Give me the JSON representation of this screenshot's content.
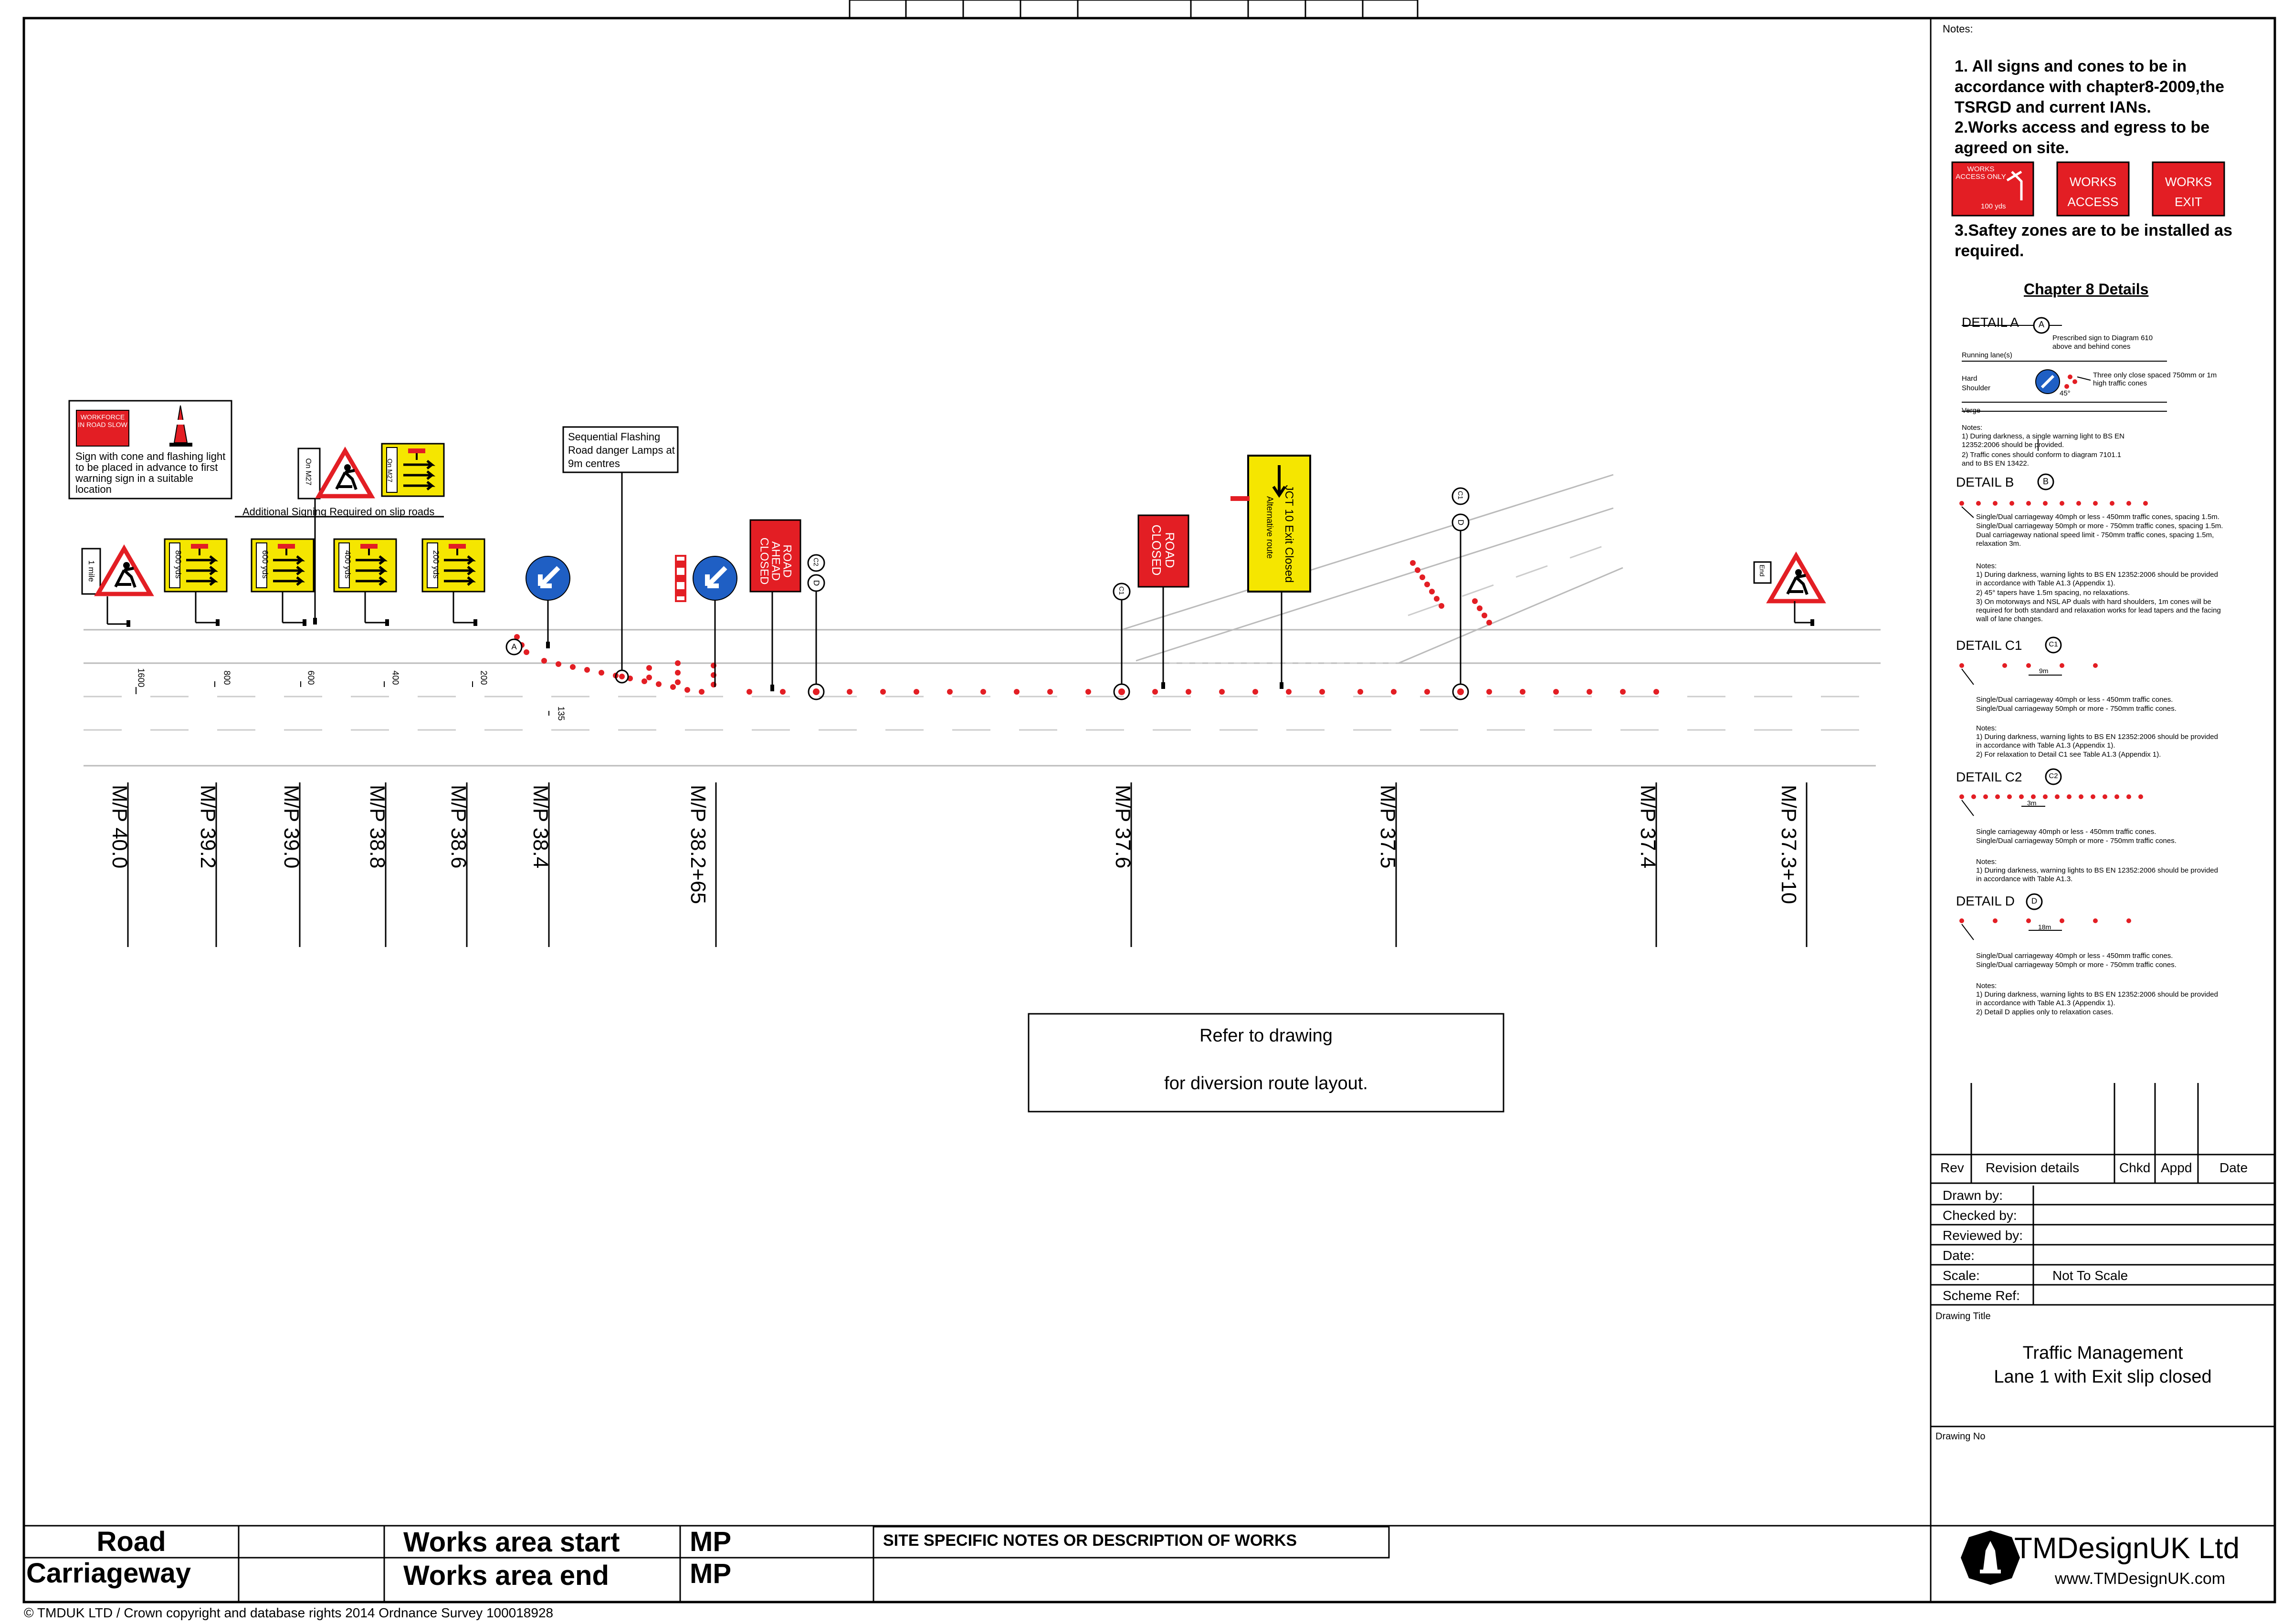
{
  "notes": {
    "heading": "Notes:",
    "line1": "1. All signs and cones to be in accordance with chapter8-2009,the TSRGD and current IANs.",
    "line2": "2.Works access and egress to be agreed on site.",
    "line3": "3.Saftey zones are to be installed as required."
  },
  "works_signs": {
    "access_only": "WORKS ACCESS ONLY",
    "distance": "100 yds",
    "access": "WORKS ACCESS",
    "exit": "WORKS EXIT"
  },
  "chapter8": {
    "title": "Chapter 8 Details",
    "detail_a": {
      "label": "DETAIL A",
      "marker": "A",
      "prescribed": "Prescribed sign to Diagram 610 above and behind cones",
      "running_lane": "Running lane(s)",
      "hard": "Hard",
      "shoulder": "Shoulder",
      "three_cones": "Three only close spaced 750mm or 1m high traffic cones",
      "angle": "45°",
      "verge": "Verge",
      "notes_head": "Notes:",
      "note1": "1) During darkness, a single warning light to BS EN 12352:2006 should be provided.",
      "note2": "2) Traffic cones should conform to diagram 7101.1 and to BS EN 13422."
    },
    "detail_b": {
      "label": "DETAIL B",
      "marker": "B",
      "l1": "Single/Dual carriageway 40mph or less - 450mm traffic cones, spacing 1.5m.",
      "l2": "Single/Dual carriageway 50mph or more - 750mm traffic cones, spacing 1.5m.",
      "l3": "Dual carriageway national speed limit - 750mm traffic cones, spacing 1.5m, relaxation 3m.",
      "notes_head": "Notes:",
      "n1": "1) During darkness, warning lights to BS EN 12352:2006 should be provided in accordance with Table A1.3 (Appendix 1).",
      "n2": "2) 45° tapers have 1.5m spacing, no relaxations.",
      "n3": "3) On motorways and NSL AP duals with hard shoulders, 1m cones will be required for both standard and relaxation works for lead tapers and the facing wall of lane changes."
    },
    "detail_c1": {
      "label": "DETAIL C1",
      "marker": "C1",
      "spacing": "9m",
      "l1": "Single/Dual carriageway 40mph or less - 450mm traffic cones.",
      "l2": "Single/Dual carriageway 50mph or more - 750mm traffic cones.",
      "notes_head": "Notes:",
      "n1": "1) During darkness, warning lights to BS EN 12352:2006 should be provided in accordance with Table A1.3 (Appendix 1).",
      "n2": "2) For relaxation to Detail C1 see Table A1.3 (Appendix 1)."
    },
    "detail_c2": {
      "label": "DETAIL C2",
      "marker": "C2",
      "spacing": "3m",
      "l1": "Single carriageway 40mph or less - 450mm traffic cones.",
      "l2": "Single/Dual carriageway 50mph or more - 750mm traffic cones.",
      "notes_head": "Notes:",
      "n1": "1) During darkness, warning lights to BS EN 12352:2006 should be provided in accordance with Table A1.3."
    },
    "detail_d": {
      "label": "DETAIL D",
      "marker": "D",
      "spacing": "18m",
      "l1": "Single/Dual carriageway 40mph or less - 450mm traffic cones.",
      "l2": "Single/Dual carriageway 50mph or more - 750mm traffic cones.",
      "notes_head": "Notes:",
      "n1": "1) During darkness, warning lights to BS EN 12352:2006 should be provided in accordance with Table A1.3 (Appendix 1).",
      "n2": "2) Detail D applies only to relaxation cases."
    }
  },
  "legend_box": {
    "sign_text": "WORKFORCE IN ROAD SLOW",
    "description": "Sign with cone and flashing light to be placed in advance to first warning sign in a suitable location"
  },
  "slip_signs": {
    "caption": "Additional Signing Required on slip roads",
    "on_m27": "On M27"
  },
  "lamps_label": "Sequential Flashing Road danger Lamps at 9m centres",
  "signs": {
    "one_mile": "1 mile",
    "yds_800": "800 yds",
    "yds_600": "600 yds",
    "yds_400": "400 yds",
    "yds_200": "200 yds",
    "road_ahead_closed": "ROAD AHEAD CLOSED",
    "road_closed": "ROAD CLOSED",
    "jct_exit": "JCT 10 Exit Closed",
    "alt_route": "Alternative route",
    "end": "End"
  },
  "dimensions": {
    "d1600": "1600",
    "d800": "800",
    "d600": "600",
    "d400": "400",
    "d200": "200",
    "d135": "135"
  },
  "markers": {
    "a": "A",
    "c1": "C1",
    "c2": "C2",
    "d": "D"
  },
  "milepost_labels": [
    "M/P 40.0",
    "M/P 39.2",
    "M/P 39.0",
    "M/P 38.8",
    "M/P 38.6",
    "M/P 38.4",
    "M/P 38.2+65",
    "M/P 37.6",
    "M/P 37.5",
    "M/P 37.4",
    "M/P 37.3+10"
  ],
  "refer_box": {
    "line1": "Refer to drawing",
    "line2": "for diversion route layout."
  },
  "revision": {
    "rev": "Rev",
    "details": "Revision details",
    "chkd": "Chkd",
    "appd": "Appd",
    "date": "Date"
  },
  "info": {
    "drawn_by": "Drawn by:",
    "checked_by": "Checked by:",
    "reviewed_by": "Reviewed by:",
    "date": "Date:",
    "scale": "Scale:",
    "scale_value": "Not To Scale",
    "scheme_ref": "Scheme Ref:"
  },
  "drawing_title": {
    "label": "Drawing Title",
    "line1": "Traffic Management",
    "line2": "Lane 1 with Exit slip closed"
  },
  "drawing_no": {
    "label": "Drawing No"
  },
  "bottom": {
    "road": "Road",
    "carriageway": "Carriageway",
    "works_start": "Works area start",
    "works_end": "Works area end",
    "mp": "MP",
    "site_notes": "SITE SPECIFIC NOTES OR DESCRIPTION OF WORKS"
  },
  "logo": {
    "name": "TMDesignUK Ltd",
    "url": "www.TMDesignUK.com"
  },
  "copyright": "© TMDUK LTD / Crown copyright and database rights 2014 Ordnance Survey 100018928",
  "colors": {
    "cone_red": "#e31e24",
    "sign_yellow": "#f5e600",
    "sign_blue": "#1f5fc4",
    "sign_red": "#e31e24"
  }
}
